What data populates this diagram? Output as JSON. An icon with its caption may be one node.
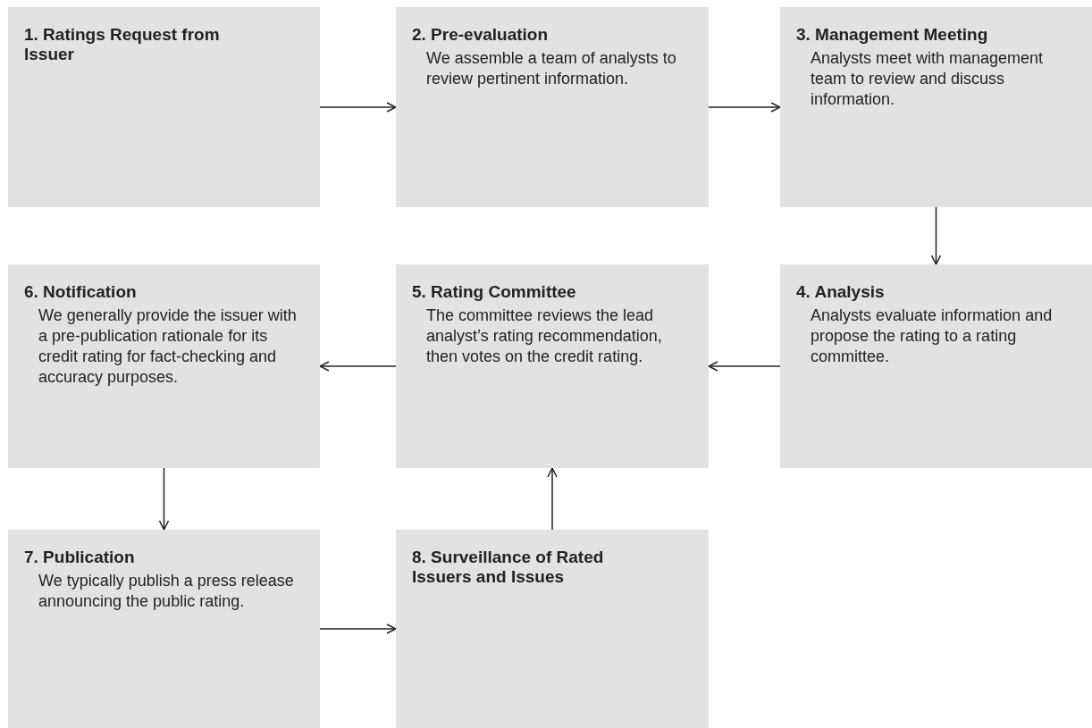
{
  "diagram": {
    "nodes": [
      {
        "text": [
          "1. Ratings Request from Issuer"
        ]
      },
      {
        "text": [
          "2. Pre-evaluation",
          "We assemble a team of analysts to review pertinent information."
        ]
      },
      {
        "text": [
          "3. Management Meeting",
          "Analysts meet with management team to review and discuss information."
        ]
      },
      {
        "text": [
          "4. Analysis",
          "Analysts evaluate information and propose the rating to a rating committee."
        ]
      },
      {
        "text": [
          "5. Rating Committee",
          "The committee reviews the lead analyst’s rating recommendation, then votes on the credit rating."
        ]
      },
      {
        "text": [
          "6. Notification",
          "We generally provide the issuer with a pre-publication rationale for its credit rating for fact-checking and accuracy purposes."
        ]
      },
      {
        "text": [
          "7. Publication",
          "We typically publish a press release announcing the public rating."
        ]
      },
      {
        "text": [
          "8. Surveillance of Rated Issuers and Issues"
        ]
      }
    ],
    "edges": [
      {
        "from": 0,
        "to": 1,
        "arrow": "to"
      },
      {
        "from": 1,
        "to": 2,
        "arrow": "to"
      },
      {
        "from": 2,
        "to": 3,
        "arrow": "to"
      },
      {
        "from": 3,
        "to": 4,
        "arrow": "to"
      },
      {
        "from": 4,
        "to": 5,
        "arrow": "to"
      },
      {
        "from": 5,
        "to": 6,
        "arrow": "to"
      },
      {
        "from": 6,
        "to": 7,
        "arrow": "to"
      },
      {
        "from": 7,
        "to": 4,
        "arrow": "to"
      }
    ]
  }
}
